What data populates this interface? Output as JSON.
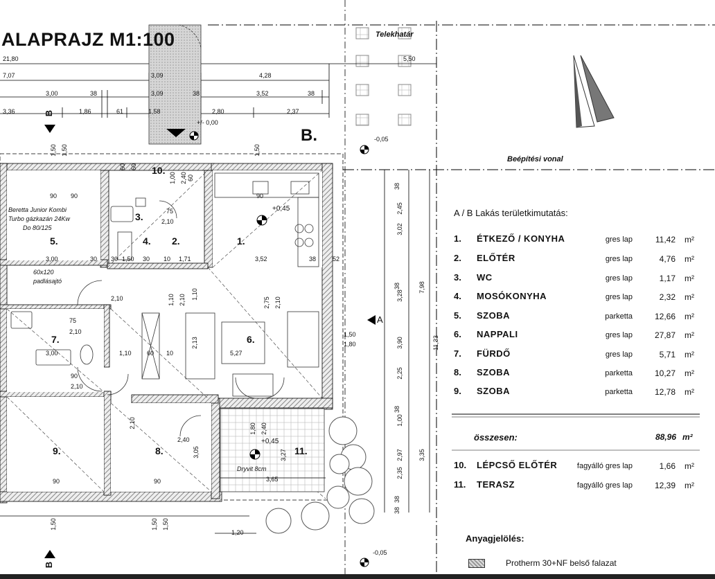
{
  "title": "ALAPRAJZ M1:100",
  "labels": {
    "telekhatar": "Telekhatár",
    "beepitesi_vonal": "Beépítési vonal",
    "building_b": "B.",
    "boiler_note_1": "Beretta Junior Kombi",
    "boiler_note_2": "Turbo gázkazán 24Kw",
    "boiler_note_3": "Do 80/125",
    "attic_note_1": "60x120",
    "attic_note_2": "padlásajtó",
    "dryvit": "Dryvit 8cm",
    "level_0": "+/- 0,00",
    "level_1": "+0,45",
    "level_2": "+0,45",
    "level_out_1": "-0,05",
    "level_out_2": "-0,05",
    "section_a": "A",
    "section_b_top": "B",
    "section_b_bottom": "B"
  },
  "rooms_on_plan": [
    "1.",
    "2.",
    "3.",
    "4.",
    "5.",
    "6.",
    "7.",
    "8.",
    "9.",
    "10.",
    "11."
  ],
  "dims": {
    "d_21_80": "21,80",
    "d_5_50": "5,50",
    "d_7_07": "7,07",
    "d_3_09a": "3,09",
    "d_4_28": "4,28",
    "d_3_00a": "3,00",
    "d_38a": "38",
    "d_3_09b": "3,09",
    "d_38b": "38",
    "d_3_52a": "3,52",
    "d_38c": "38",
    "d_3_36": "3,36",
    "d_1_86": "1,86",
    "d_61": "61",
    "d_1_58": "1,58",
    "d_2_80": "2,80",
    "d_2_37": "2,37",
    "d_1_50a": "1,50",
    "d_1_50b": "1,50",
    "d_1_50c": "1,50",
    "d_60a": "60",
    "d_60b": "60",
    "d_90a": "90",
    "d_90b": "90",
    "d_90c": "90",
    "d_1_00": "1,00",
    "d_2_40a": "2,40",
    "d_60c": "60",
    "d_75a": "75",
    "d_2_10a": "2,10",
    "d_3_00b": "3,00",
    "d_30a": "30",
    "d_30b": "30",
    "d_1_50d": "1,50",
    "d_30c": "30",
    "d_10a": "10",
    "d_1_71": "1,71",
    "d_3_52b": "3,52",
    "d_38d": "38",
    "d_52": "52",
    "d_2_10b": "2,10",
    "d_1_10a": "1,10",
    "d_2_10c": "2,10",
    "d_1_10b": "1,10",
    "d_2_75": "2,75",
    "d_2_10d": "2,10",
    "d_75b": "75",
    "d_2_10e": "2,10",
    "d_3_00c": "3,00",
    "d_1_10c": "1,10",
    "d_60d": "60",
    "d_10b": "10",
    "d_2_13": "2,13",
    "d_5_27": "5,27",
    "d_1_50e": "1,50",
    "d_1_80a": "1,80",
    "d_90d": "90",
    "d_2_10f": "2,10",
    "d_2_10g": "2,10",
    "d_2_40b": "2,40",
    "d_1_80b": "1,80",
    "d_2_40c": "2,40",
    "d_3_05": "3,05",
    "d_3_27": "3,27",
    "d_3_65": "3,65",
    "d_90e": "90",
    "d_90f": "90",
    "d_1_20": "1,20",
    "d_1_50f": "1,50",
    "d_1_50g": "1,50",
    "d_1_50h": "1,50",
    "d_2_45": "2,45",
    "d_3_02": "3,02",
    "d_3_28": "3,28",
    "d_3_90": "3,90",
    "d_7_98": "7,98",
    "d_11_33": "11,33",
    "d_2_25": "2,25",
    "d_1_00b": "1,00",
    "d_2_35": "2,35",
    "d_2_97": "2,97",
    "d_3_35": "3,35",
    "d_38e": "38",
    "d_38f": "38",
    "d_38g": "38",
    "d_38h": "38",
    "d_38i": "38"
  },
  "table": {
    "title": "A / B Lakás területkimutatás:",
    "rows": [
      {
        "num": "1.",
        "name": "ÉTKEZŐ / KONYHA",
        "material": "gres lap",
        "area": "11,42",
        "unit": "m²"
      },
      {
        "num": "2.",
        "name": "ELŐTÉR",
        "material": "gres lap",
        "area": "4,76",
        "unit": "m²"
      },
      {
        "num": "3.",
        "name": "WC",
        "material": "gres lap",
        "area": "1,17",
        "unit": "m²"
      },
      {
        "num": "4.",
        "name": "MOSÓKONYHA",
        "material": "gres lap",
        "area": "2,32",
        "unit": "m²"
      },
      {
        "num": "5.",
        "name": "SZOBA",
        "material": "parketta",
        "area": "12,66",
        "unit": "m²"
      },
      {
        "num": "6.",
        "name": "NAPPALI",
        "material": "gres lap",
        "area": "27,87",
        "unit": "m²"
      },
      {
        "num": "7.",
        "name": "FÜRDŐ",
        "material": "gres lap",
        "area": "5,71",
        "unit": "m²"
      },
      {
        "num": "8.",
        "name": "SZOBA",
        "material": "parketta",
        "area": "10,27",
        "unit": "m²"
      },
      {
        "num": "9.",
        "name": "SZOBA",
        "material": "parketta",
        "area": "12,78",
        "unit": "m²"
      }
    ],
    "total_label": "összesen:",
    "total_value": "88,96",
    "total_unit": "m²",
    "extra_rows": [
      {
        "num": "10.",
        "name": "LÉPCSŐ ELŐTÉR",
        "material": "fagyálló gres lap",
        "area": "1,66",
        "unit": "m²"
      },
      {
        "num": "11.",
        "name": "TERASZ",
        "material": "fagyálló gres lap",
        "area": "12,39",
        "unit": "m²"
      }
    ]
  },
  "legend": {
    "title": "Anyagjelölés:",
    "item": "Protherm 30+NF belső falazat"
  }
}
